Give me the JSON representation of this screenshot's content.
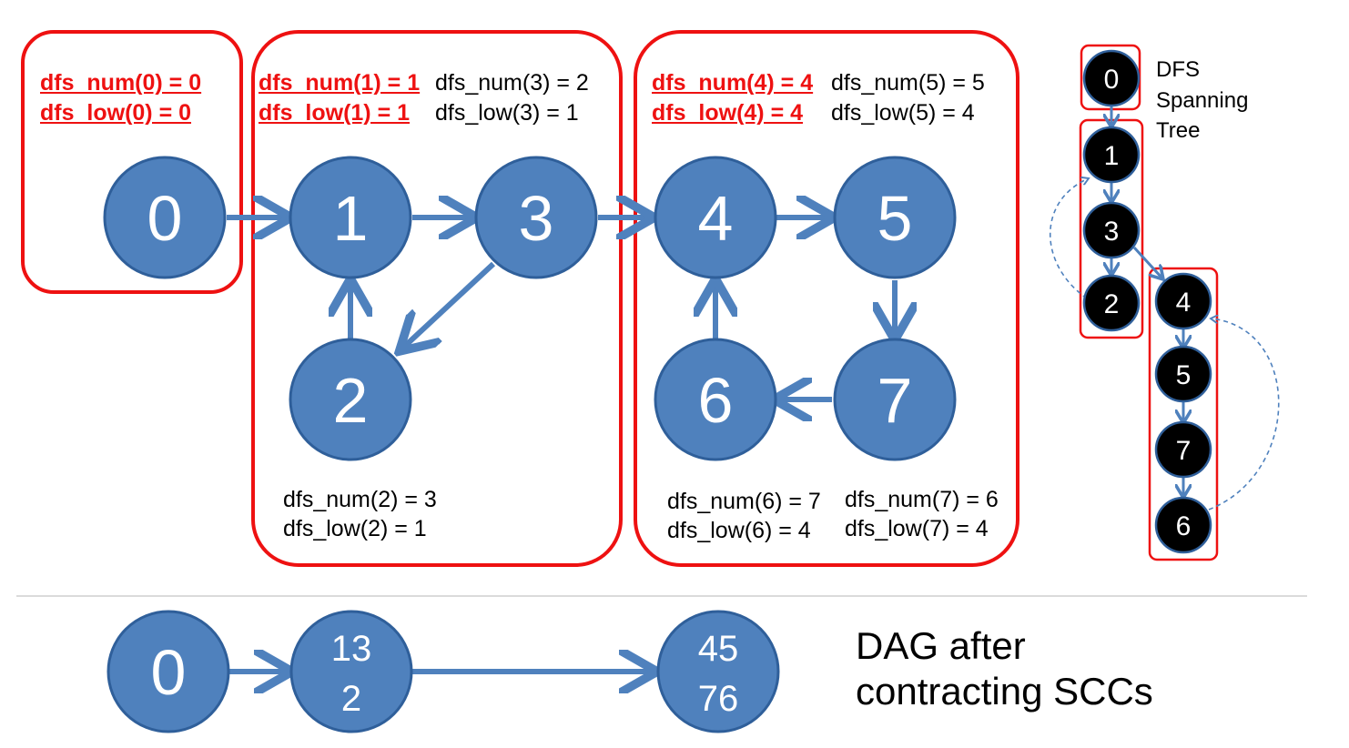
{
  "graph": {
    "nodes": [
      "0",
      "1",
      "3",
      "2",
      "4",
      "5",
      "6",
      "7"
    ],
    "edges": [
      [
        "0",
        "1"
      ],
      [
        "1",
        "3"
      ],
      [
        "3",
        "2"
      ],
      [
        "2",
        "1"
      ],
      [
        "3",
        "4"
      ],
      [
        "4",
        "5"
      ],
      [
        "5",
        "7"
      ],
      [
        "7",
        "6"
      ],
      [
        "6",
        "4"
      ]
    ]
  },
  "labels": {
    "num0": "dfs_num(0) = 0",
    "low0": "dfs_low(0) = 0",
    "num1": "dfs_num(1) = 1",
    "low1": "dfs_low(1) = 1",
    "num3": "dfs_num(3) = 2",
    "low3": "dfs_low(3) = 1",
    "num2": "dfs_num(2) = 3",
    "low2": "dfs_low(2) = 1",
    "num4": "dfs_num(4) = 4",
    "low4": "dfs_low(4) = 4",
    "num5": "dfs_num(5) = 5",
    "low5": "dfs_low(5) = 4",
    "num6": "dfs_num(6) = 7",
    "low6": "dfs_low(6) = 4",
    "num7": "dfs_num(7) = 6",
    "low7": "dfs_low(7) = 4"
  },
  "tree": {
    "title_lines": [
      "DFS",
      "Spanning",
      "Tree"
    ],
    "order": [
      "0",
      "1",
      "3",
      "2",
      "4",
      "5",
      "7",
      "6"
    ]
  },
  "dag": {
    "nodes": [
      {
        "lines": [
          "0"
        ]
      },
      {
        "lines": [
          "13",
          "2"
        ]
      },
      {
        "lines": [
          "45",
          "76"
        ]
      }
    ],
    "caption_lines": [
      "DAG after",
      "contracting SCCs"
    ]
  },
  "colors": {
    "node_fill": "#4f81bd",
    "node_stroke": "#2f5f9a",
    "edge": "#4f81bd",
    "highlight": "#ee1111",
    "tree_node_fill": "#000000"
  }
}
